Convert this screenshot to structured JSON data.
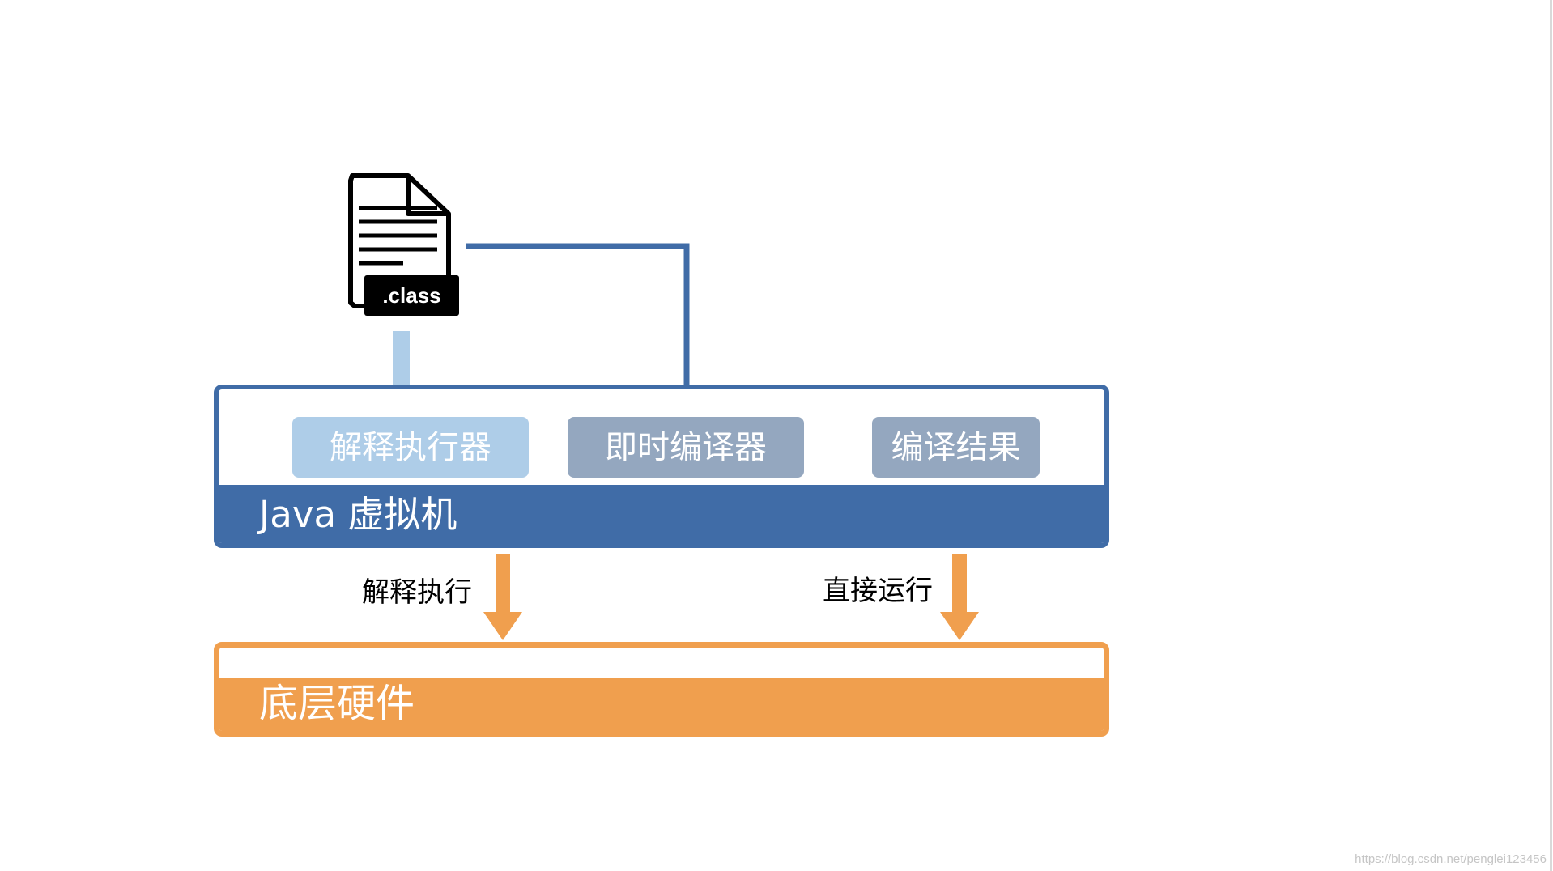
{
  "diagram": {
    "file_badge": ".class",
    "boxes": {
      "interpreter": "解释执行器",
      "jit_compiler": "即时编译器",
      "compile_result": "编译结果"
    },
    "jvm_title": "Java 虚拟机",
    "hardware_title": "底层硬件",
    "arrow_labels": {
      "interpret_execute": "解释执行",
      "direct_run": "直接运行"
    },
    "colors": {
      "jvm_blue": "#406ca7",
      "light_blue": "#aecde8",
      "gray_blue": "#94a7bf",
      "orange": "#f09f4e",
      "black": "#000000"
    },
    "icons": [
      "class-file-icon",
      "file-lines-icon",
      "arrow-down-icon",
      "arrow-right-icon"
    ]
  },
  "watermark": "https://blog.csdn.net/penglei123456"
}
